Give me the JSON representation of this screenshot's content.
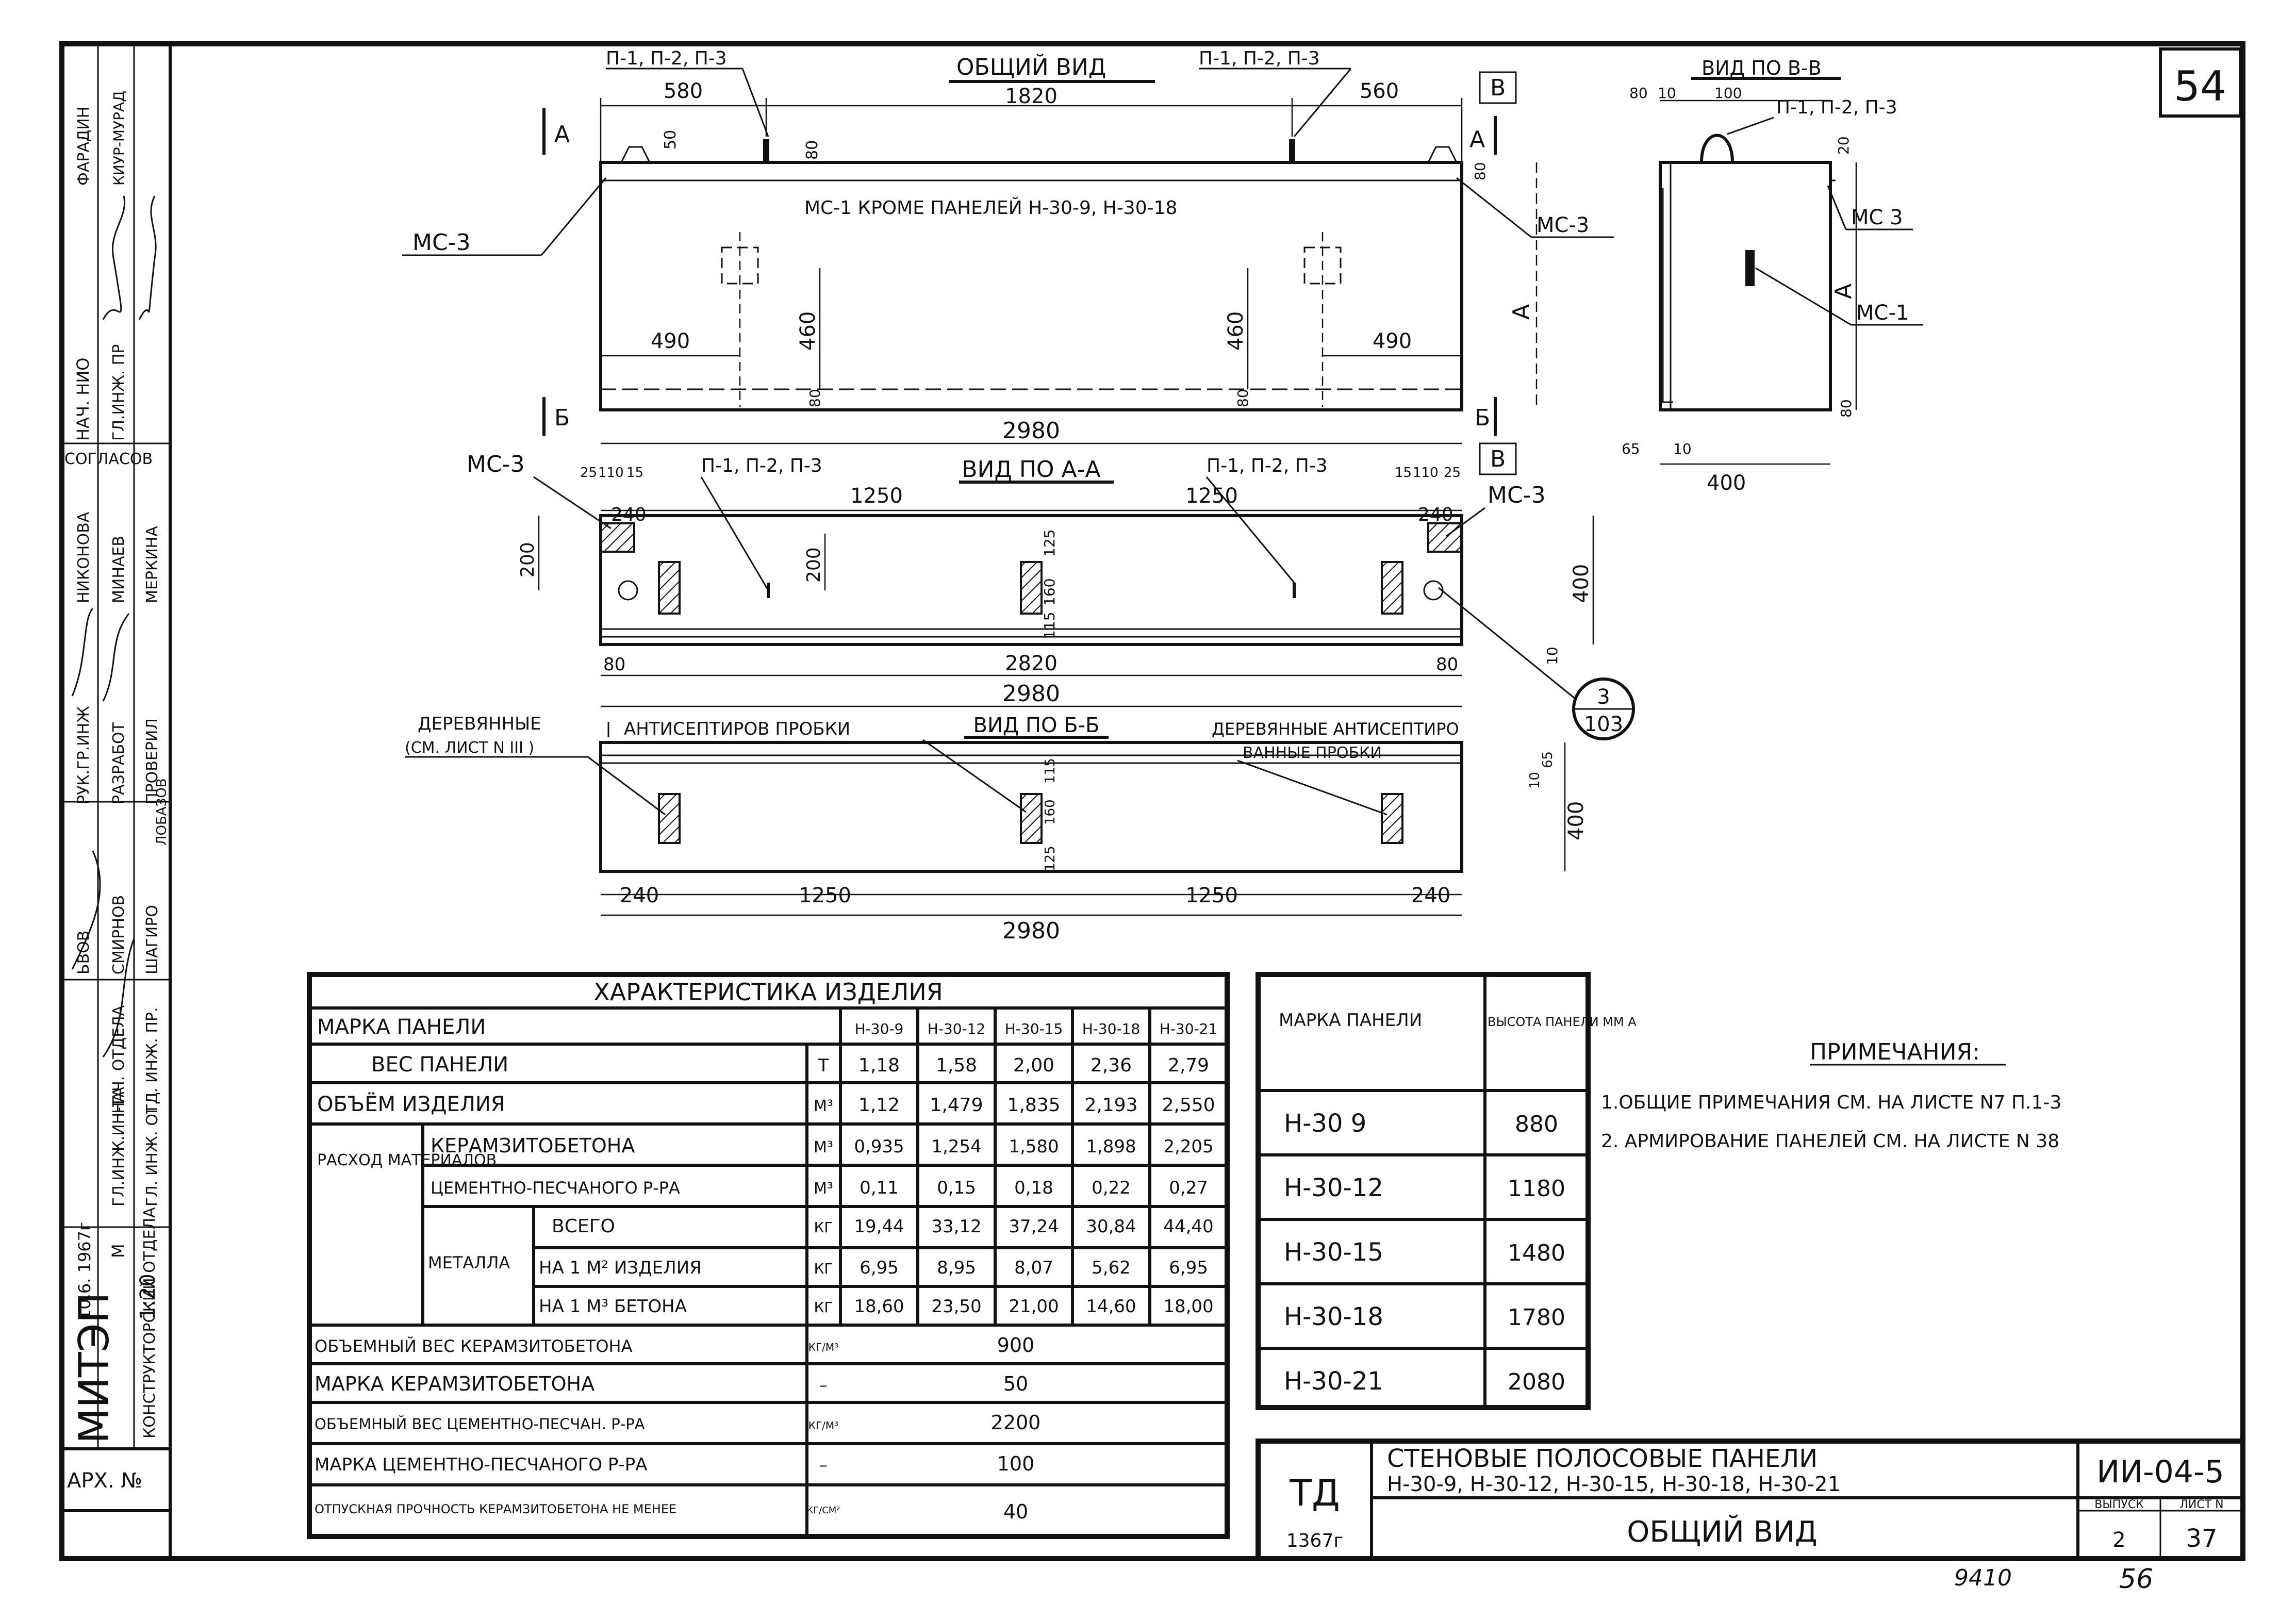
{
  "sheet_number": "54",
  "archive_label": "АРХ. №",
  "stamp": {
    "org": "МИТЭП",
    "dept": "КОНСТРУКТОРСКИЙ ОТДЕЛА",
    "date": "10.6. 1967г",
    "scale_label": "М",
    "scale": "1:20",
    "roles": [
      "ГЛ.ИНЖ.ИН-ТА",
      "НАЧ. ОТДЕЛА",
      "ГЛ. ИНЖ. ОТД",
      "ГЛ. ИНЖ. ПР.",
      "РУК.ГР.ИНЖ",
      "РАЗРАБОТ",
      "ПРОВЕРИЛ",
      "НАЧ. НИО",
      "ГЛ.ИНЖ. ПР"
    ],
    "names": [
      "ЬВОВ",
      "СМИРНОВ",
      "ШАГИРО",
      "ЛОБАЗОВ",
      "НИКОНОВА",
      "МИНАЕВ",
      "МЕРКИНА",
      "СОГЛАСОВ",
      "ФАРАДИН",
      "КИУР-МУРАД"
    ]
  },
  "titles": {
    "general_view": "ОБЩИЙ ВИД",
    "view_aa": "ВИД ПО А-А",
    "view_bb": "ВИД ПО Б-Б",
    "view_vv": "ВИД ПО В-В"
  },
  "labels": {
    "p123": "П-1, П-2, П-3",
    "ms3": "МС-3",
    "ms3_b": "МС 3",
    "ms1": "МС-1",
    "ms1_note": "МС-1 КРОМЕ ПАНЕЛЕЙ Н-30-9, Н-30-18",
    "a": "А",
    "b": "Б",
    "v": "В",
    "wood_left_1": "ДЕРЕВЯННЫЕ",
    "wood_left_2": "(СМ. ЛИСТ N III )",
    "wood_mid": "АНТИСЕПТИРОВ ПРОБКИ",
    "wood_right_1": "ДЕРЕВЯННЫЕ АНТИСЕПТИРО",
    "wood_right_2": "ВАННЫЕ ПРОБКИ",
    "callout_top": "3",
    "callout_bottom": "103"
  },
  "dims": {
    "d580": "580",
    "d1820": "1820",
    "d560": "560",
    "d50": "50",
    "d80": "80",
    "d460": "460",
    "d490": "490",
    "d2980": "2980",
    "d1250": "1250",
    "d240": "240",
    "d200": "200",
    "d400": "400",
    "d2820": "2820",
    "d25": "25",
    "d110": "110",
    "d15": "15",
    "d160": "160",
    "d125": "125",
    "d115": "115",
    "d10": "10",
    "d65": "65",
    "d20": "20",
    "d100": "100"
  },
  "char_table": {
    "title": "ХАРАКТЕРИСТИКА ИЗДЕЛИЯ",
    "marks_label": "МАРКА ПАНЕЛИ",
    "marks": [
      "Н-30-9",
      "Н-30-12",
      "Н-30-15",
      "Н-30-18",
      "Н-30-21"
    ],
    "rows": [
      {
        "label": "ВЕС ПАНЕЛИ",
        "unit": "Т",
        "values": [
          "1,18",
          "1,58",
          "2,00",
          "2,36",
          "2,79"
        ]
      },
      {
        "label": "ОБЪЁМ ИЗДЕЛИЯ",
        "unit": "М³",
        "values": [
          "1,12",
          "1,479",
          "1,835",
          "2,193",
          "2,550"
        ]
      }
    ],
    "materials_label": "РАСХОД МАТЕРИАЛОВ",
    "materials": [
      {
        "label": "КЕРАМЗИТОБЕТОНА",
        "unit": "М³",
        "values": [
          "0,935",
          "1,254",
          "1,580",
          "1,898",
          "2,205"
        ]
      },
      {
        "label": "ЦЕМЕНТНО-ПЕСЧАНОГО Р-РА",
        "unit": "М³",
        "values": [
          "0,11",
          "0,15",
          "0,18",
          "0,22",
          "0,27"
        ]
      }
    ],
    "metal_label": "МЕТАЛЛА",
    "metal": [
      {
        "label": "ВСЕГО",
        "unit": "КГ",
        "values": [
          "19,44",
          "33,12",
          "37,24",
          "30,84",
          "44,40"
        ]
      },
      {
        "label": "НА 1 М² ИЗДЕЛИЯ",
        "unit": "КГ",
        "values": [
          "6,95",
          "8,95",
          "8,07",
          "5,62",
          "6,95"
        ]
      },
      {
        "label": "НА 1 М³ БЕТОНА",
        "unit": "КГ",
        "values": [
          "18,60",
          "23,50",
          "21,00",
          "14,60",
          "18,00"
        ]
      }
    ],
    "summary": [
      {
        "label": "ОБЪЕМНЫЙ ВЕС КЕРАМЗИТОБЕТОНА",
        "unit": "КГ/М³",
        "value": "900"
      },
      {
        "label": "МАРКА КЕРАМЗИТОБЕТОНА",
        "unit": "–",
        "value": "50"
      },
      {
        "label": "ОБЪЕМНЫЙ ВЕС ЦЕМЕНТНО-ПЕСЧАН. Р-РА",
        "unit": "КГ/М³",
        "value": "2200"
      },
      {
        "label": "МАРКА ЦЕМЕНТНО-ПЕСЧАНОГО Р-РА",
        "unit": "–",
        "value": "100"
      },
      {
        "label": "ОТПУСКНАЯ ПРОЧНОСТЬ КЕРАМЗИТОБЕТОНА НЕ МЕНЕЕ",
        "unit": "КГ/СМ²",
        "value": "40"
      }
    ]
  },
  "height_table": {
    "col1": "МАРКА ПАНЕЛИ",
    "col2": "ВЫСОТА ПАНЕЛИ ММ А",
    "rows": [
      {
        "mark": "Н-30 9",
        "height": "880"
      },
      {
        "mark": "Н-30-12",
        "height": "1180"
      },
      {
        "mark": "Н-30-15",
        "height": "1480"
      },
      {
        "mark": "Н-30-18",
        "height": "1780"
      },
      {
        "mark": "Н-30-21",
        "height": "2080"
      }
    ]
  },
  "notes": {
    "title": "ПРИМЕЧАНИЯ:",
    "items": [
      "1.ОБЩИЕ ПРИМЕЧАНИЯ СМ. НА ЛИСТЕ N7 П.1-3",
      "2. АРМИРОВАНИЕ ПАНЕЛЕЙ СМ. НА ЛИСТЕ N 38"
    ]
  },
  "title_block": {
    "series": "ТД",
    "year": "1367г",
    "title_line1": "СТЕНОВЫЕ ПОЛОСОВЫЕ ПАНЕЛИ",
    "title_line2": "Н-30-9, Н-30-12, Н-30-15, Н-30-18, Н-30-21",
    "title_line3": "ОБЩИЙ ВИД",
    "code": "ИИ-04-5",
    "issue_label": "ВЫПУСК",
    "issue": "2",
    "sheet_label": "ЛИСТ N",
    "sheet": "37"
  },
  "handwritten": {
    "left": "9410",
    "right": "56"
  }
}
